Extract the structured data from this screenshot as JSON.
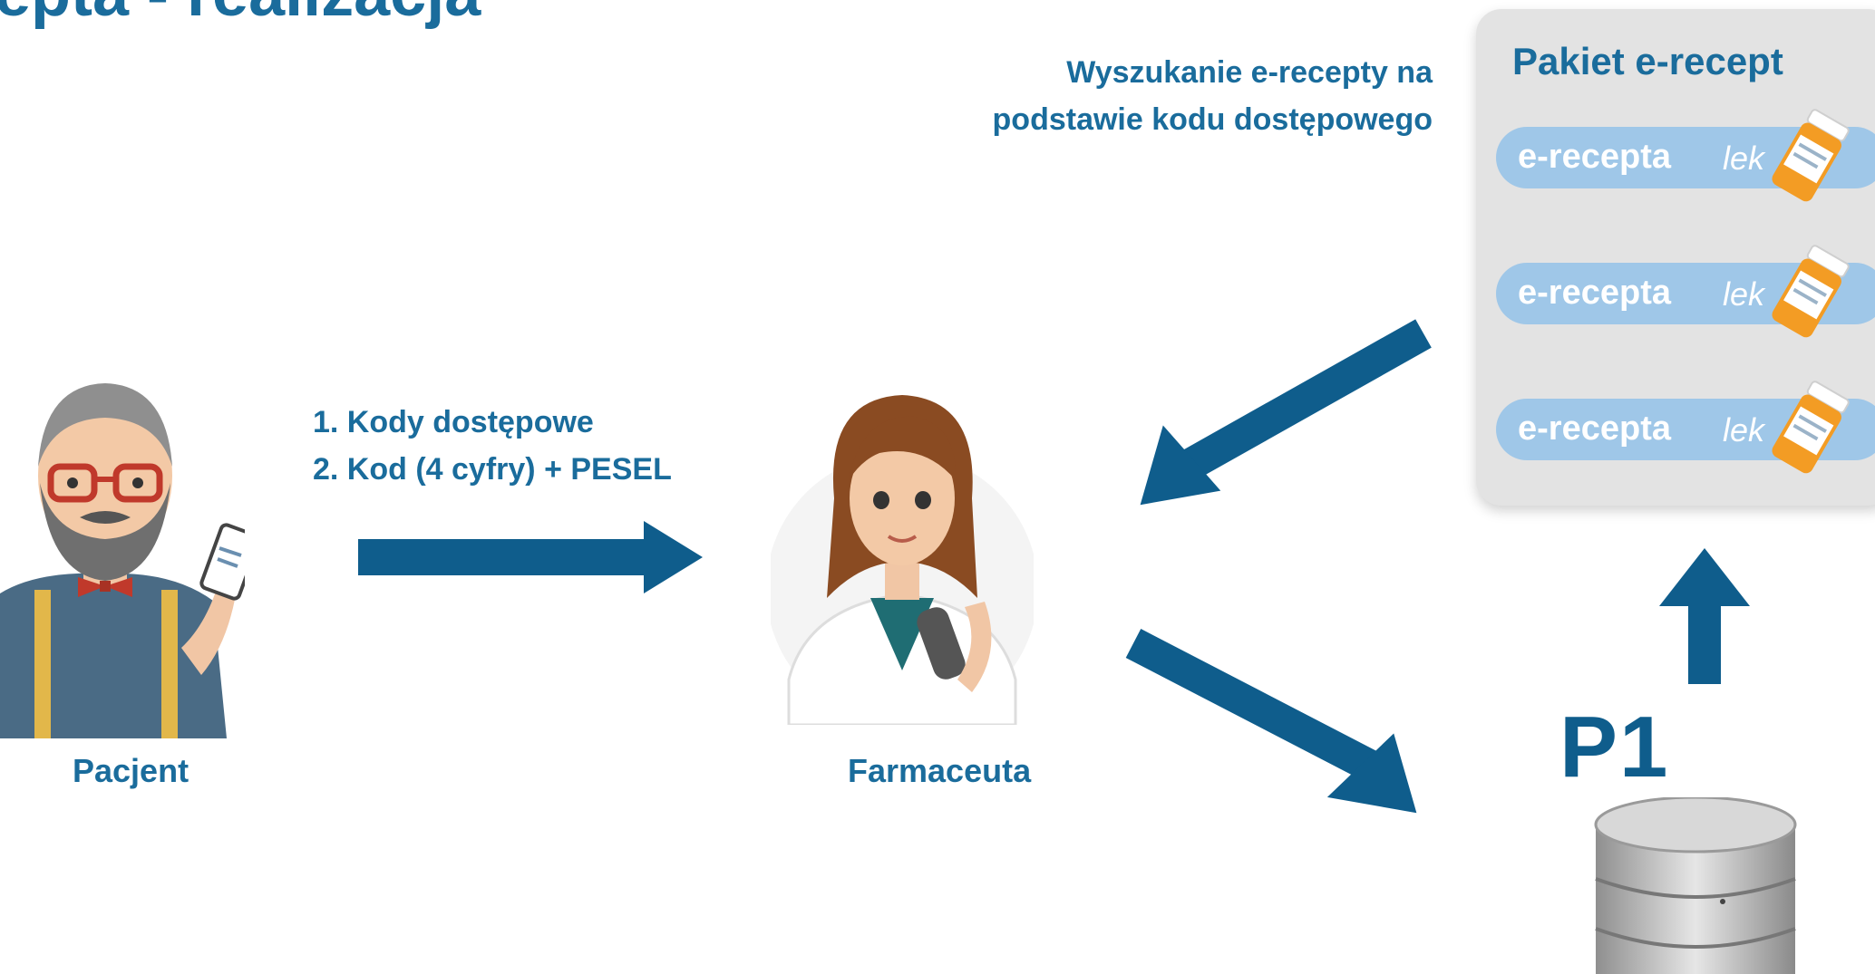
{
  "page": {
    "title": "epta - realizacja"
  },
  "flow": {
    "line1": "1. Kody dostępowe",
    "line2": "2. Kod (4 cyfry) + PESEL"
  },
  "search": {
    "line1": "Wyszukanie e-recepty na",
    "line2": "podstawie kodu dostępowego"
  },
  "actors": {
    "patient": "Pacjent",
    "pharmacist": "Farmaceuta"
  },
  "package": {
    "title": "Pakiet e-recept",
    "items": [
      {
        "label": "e-recepta",
        "sub": "lek",
        "icon": "pill-bottle-icon"
      },
      {
        "label": "e-recepta",
        "sub": "lek",
        "icon": "pill-bottle-icon"
      },
      {
        "label": "e-recepta",
        "sub": "lek",
        "icon": "pill-bottle-icon"
      }
    ]
  },
  "database": {
    "code": "P1",
    "icon": "database-icon"
  },
  "colors": {
    "text_blue": "#1a6c9c",
    "arrow_blue": "#0f5d8c",
    "pill_blue": "#9fc7e8",
    "package_bg": "#e3e3e3"
  }
}
